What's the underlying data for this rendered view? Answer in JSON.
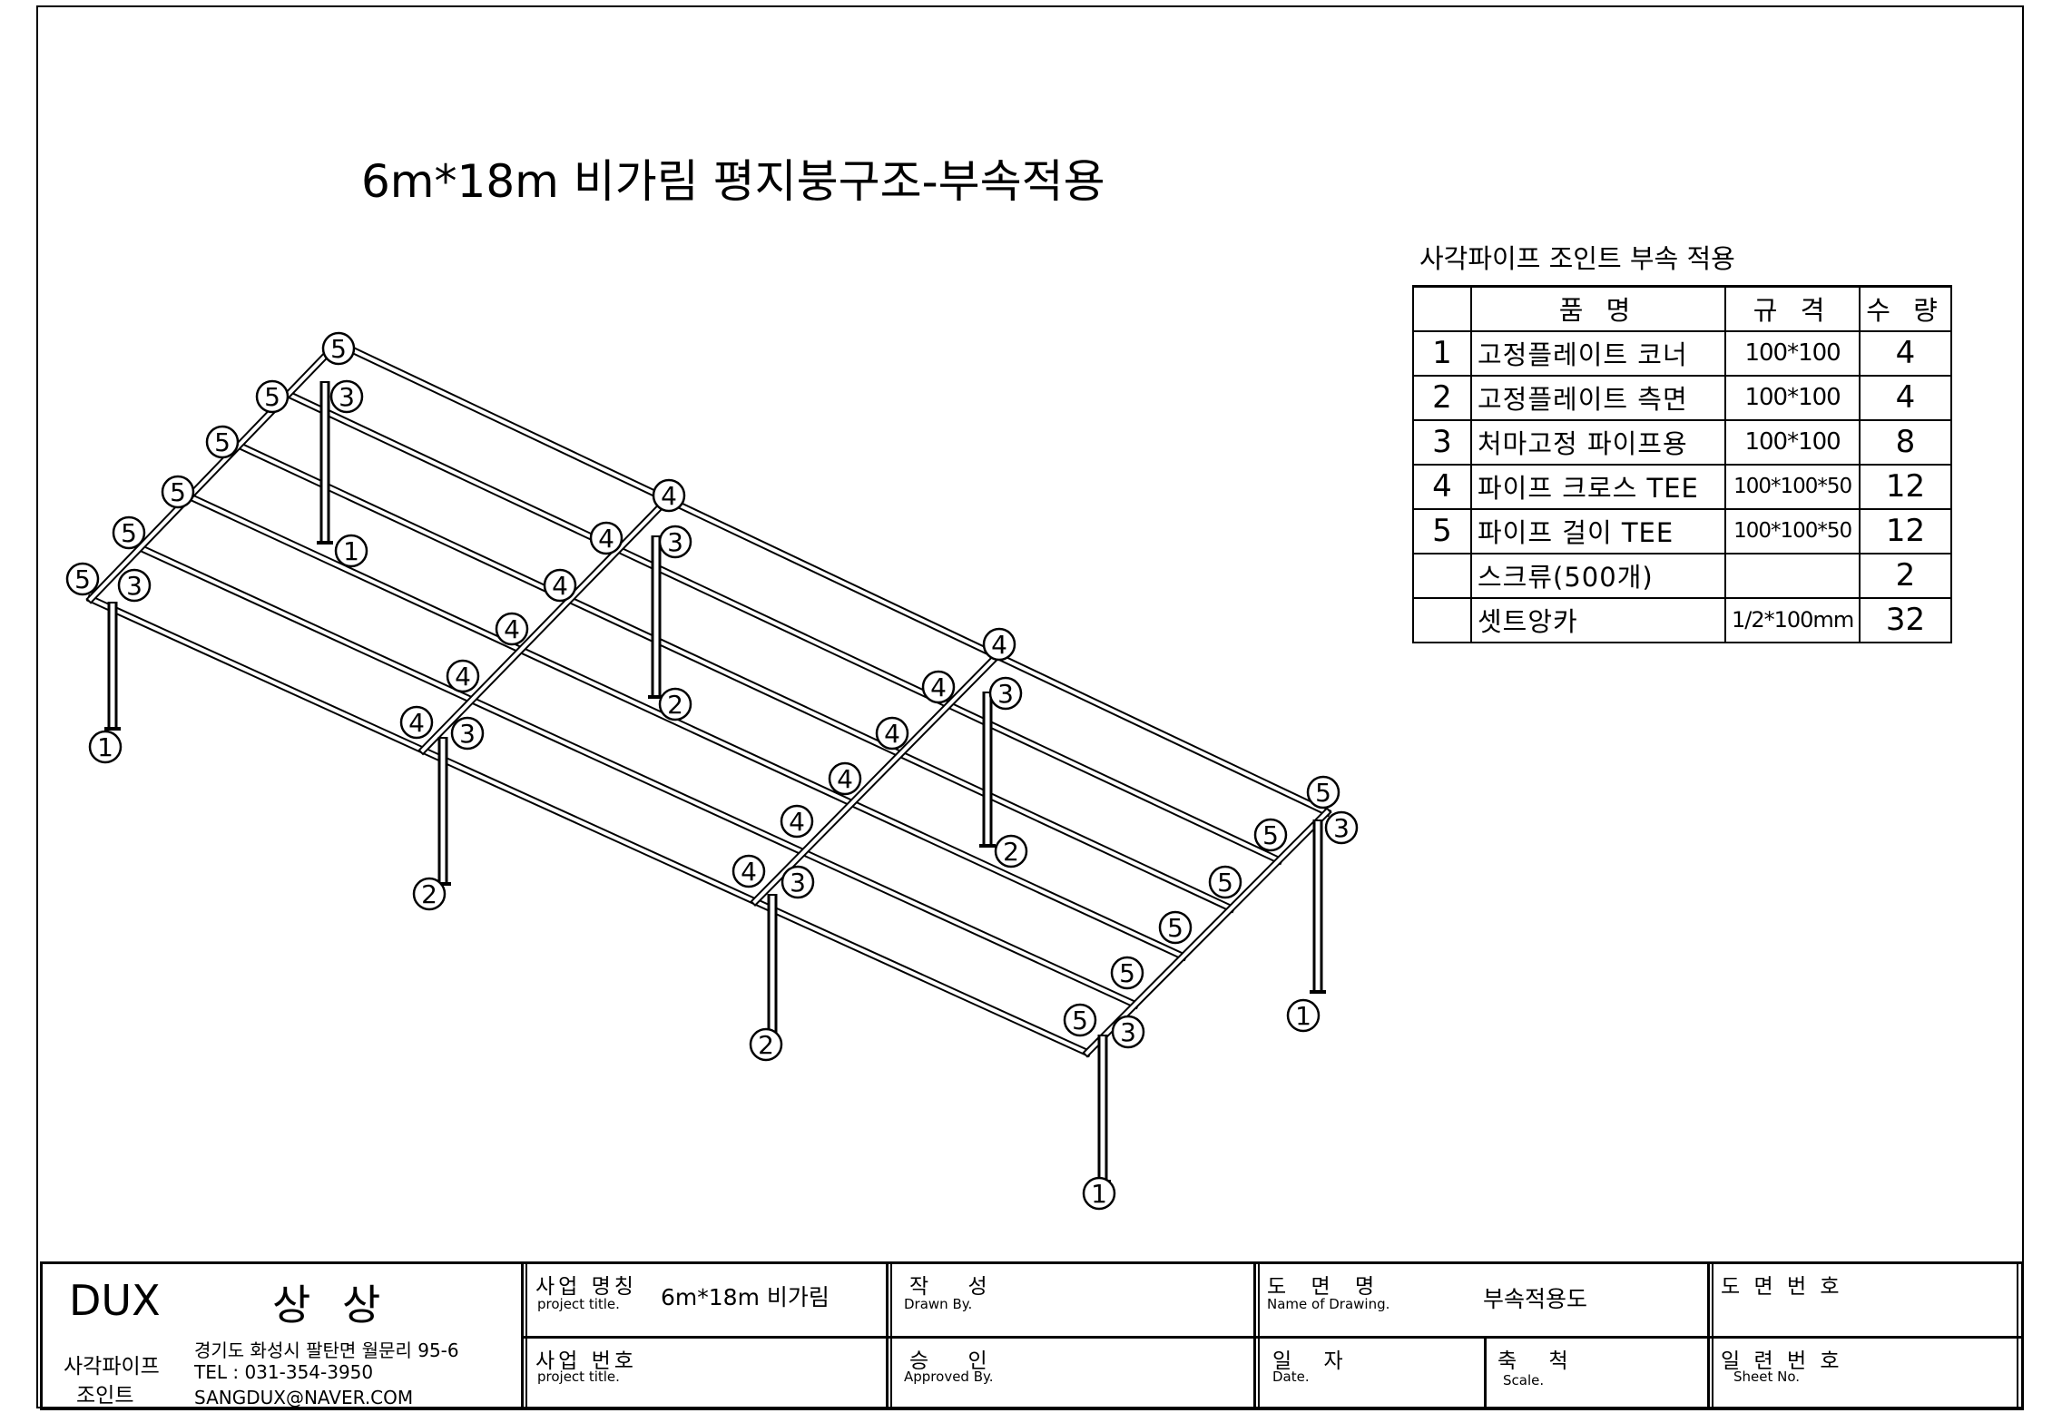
{
  "drawing": {
    "title": "6m*18m 비가림 평지붕구조-부속적용"
  },
  "parts": {
    "caption": "사각파이프 조인트 부속 적용",
    "headers": {
      "name": "품 명",
      "spec": "규 격",
      "qty": "수 량"
    },
    "rows": [
      {
        "no": "1",
        "name": "고정플레이트 코너",
        "spec": "100*100",
        "qty": "4"
      },
      {
        "no": "2",
        "name": "고정플레이트 측면",
        "spec": "100*100",
        "qty": "4"
      },
      {
        "no": "3",
        "name": "처마고정 파이프용",
        "spec": "100*100",
        "qty": "8"
      },
      {
        "no": "4",
        "name": "파이프 크로스 TEE",
        "spec": "100*100*50",
        "qty": "12"
      },
      {
        "no": "5",
        "name": "파이프 걸이 TEE",
        "spec": "100*100*50",
        "qty": "12"
      },
      {
        "no": "",
        "name": "스크류(500개)",
        "spec": "",
        "qty": "2"
      },
      {
        "no": "",
        "name": "셋트앙카",
        "spec": "1/2*100mm",
        "qty": "32"
      }
    ]
  },
  "callouts": {
    "one": "1",
    "two": "2",
    "three": "3",
    "four": "4",
    "five": "5"
  },
  "title_block": {
    "company": {
      "brand": "DUX",
      "name": "상 상",
      "line1": "사각파이프",
      "line2": "조인트",
      "address": "경기도 화성시 팔탄면 월문리 95-6",
      "tel": "TEL : 031-354-3950",
      "email": "SANGDUX@NAVER.COM"
    },
    "project_name": {
      "label": "사업 명칭",
      "sub": "project title.",
      "value": "6m*18m 비가림"
    },
    "project_no": {
      "label": "사업 번호",
      "sub": "project title."
    },
    "drawn": {
      "label": "작 성",
      "sub": "Drawn By."
    },
    "approved": {
      "label": "승 인",
      "sub": "Approved By."
    },
    "drawing_name": {
      "label": "도 면 명",
      "sub": "Name of Drawing.",
      "value": "부속적용도"
    },
    "date": {
      "label": "일 자",
      "sub": "Date."
    },
    "scale": {
      "label": "축 척",
      "sub": "Scale."
    },
    "drawing_no": {
      "label": "도 면 번 호"
    },
    "sheet_no": {
      "label": "일 련 번 호",
      "sub": "Sheet No."
    }
  }
}
